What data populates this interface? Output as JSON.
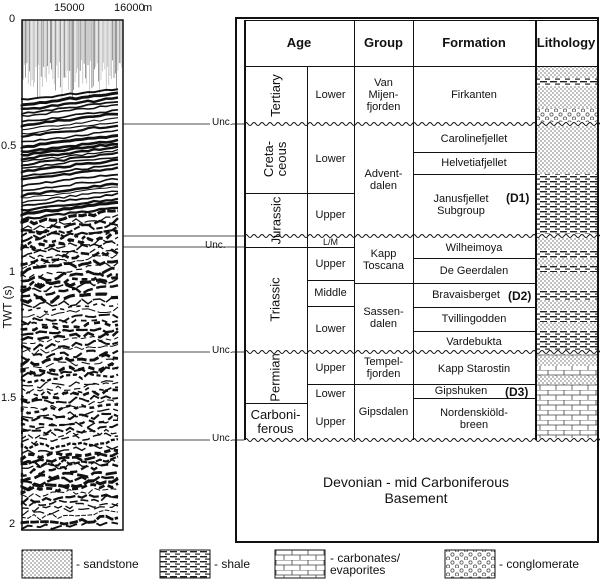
{
  "seismic": {
    "x_ticks": [
      "15000",
      "16000"
    ],
    "x_unit": "m",
    "y_ticks": [
      "0",
      "0.5",
      "1",
      "1.5",
      "2"
    ],
    "y_label": "TWT (s)",
    "unc_label": "Unc."
  },
  "table": {
    "headers": {
      "age": "Age",
      "group": "Group",
      "formation": "Formation",
      "lithology": "Lithology"
    },
    "periods": [
      "Tertiary",
      "Creta-\nceous",
      "Jurassic",
      "Triassic",
      "Permian",
      "Carboni-\nferous"
    ],
    "epochs": [
      "Lower",
      "Lower",
      "Upper",
      "L/M",
      "Upper",
      "Middle",
      "Lower",
      "Upper",
      "Lower",
      "Upper"
    ],
    "groups": [
      "Van\nMijen-\nfjorden",
      "Advent-\ndalen",
      "Kapp\nToscana",
      "Sassen-\ndalen",
      "Tempel-\nfjorden",
      "Gipsdalen"
    ],
    "formations": [
      "Firkanten",
      "Carolinefjellet",
      "Helvetiafjellet",
      "Janusfjellet\nSubgroup",
      "Wilheimoya",
      "De Geerdalen",
      "Bravaisberget",
      "Tvillingodden",
      "Vardebukta",
      "Kapp Starostin",
      "Gipshuken",
      "Nordenskiöld-\nbreen"
    ],
    "markers": {
      "d1": "(D1)",
      "d2": "(D2)",
      "d3": "(D3)"
    },
    "basement": "Devonian - mid Carboniferous\nBasement"
  },
  "legend": [
    "- sandstone",
    "- shale",
    "- carbonates/\nevaporites",
    "- conglomerate"
  ]
}
